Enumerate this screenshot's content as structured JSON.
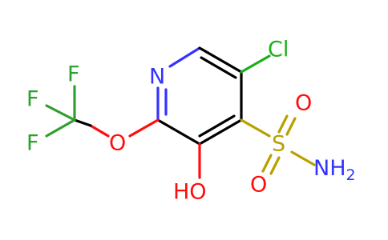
{
  "atoms": {
    "n_ring": "N",
    "cl": "Cl",
    "f_top": "F",
    "f_left": "F",
    "f_bottom": "F",
    "o_ether": "O",
    "oh": "HO",
    "s": "S",
    "o_top": "O",
    "o_bottom": "O",
    "nh2_n": "NH",
    "nh2_sub": "2"
  },
  "colors": {
    "carbon": "#000000",
    "nitrogen": "#3333ff",
    "oxygen": "#ff0d0d",
    "sulfur": "#b8a000",
    "chlorine": "#1ab01a",
    "fluorine": "#2ea02e"
  }
}
